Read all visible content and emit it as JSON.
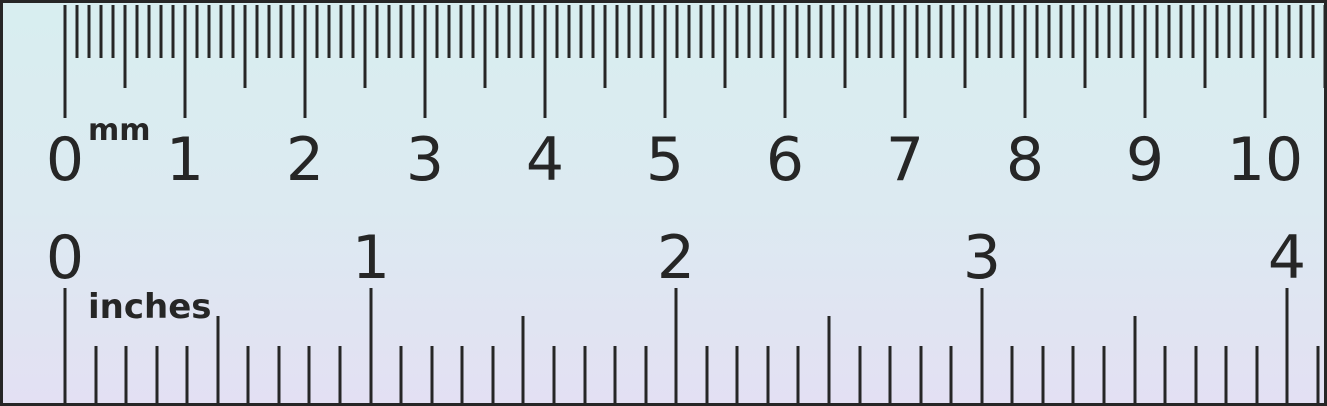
{
  "metric_scale": {
    "unit_label": "mm",
    "labels": [
      "0",
      "1",
      "2",
      "3",
      "4",
      "5",
      "6",
      "7",
      "8",
      "9",
      "10"
    ]
  },
  "imperial_scale": {
    "unit_label": "inches",
    "labels": [
      "0",
      "1",
      "2",
      "3",
      "4"
    ]
  },
  "colors": {
    "ink": "#262626",
    "background_top": "#d8eef0",
    "background_bottom": "#e3e0f3"
  }
}
